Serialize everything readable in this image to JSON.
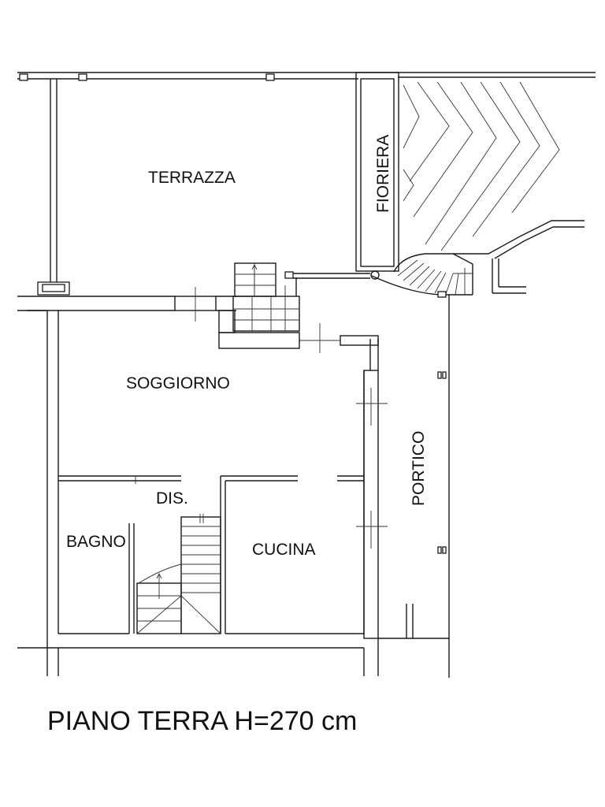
{
  "rooms": {
    "terrazza": "TERRAZZA",
    "fioriera": "FIORIERA",
    "soggiorno": "SOGGIORNO",
    "portico": "PORTICO",
    "dis": "DIS.",
    "bagno": "BAGNO",
    "cucina": "CUCINA"
  },
  "caption": "PIANO TERRA H=270 cm",
  "colors": {
    "line": "#1a1a1a",
    "background": "#ffffff"
  }
}
